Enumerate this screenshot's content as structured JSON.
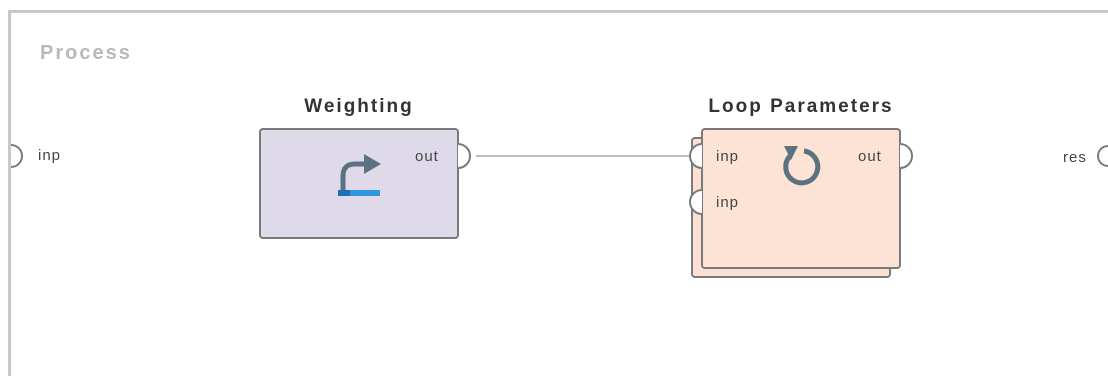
{
  "process": {
    "title": "Process",
    "input_port_label": "inp",
    "result_port_label": "res"
  },
  "weighting": {
    "title": "Weighting",
    "output_port_label": "out",
    "icon": "redo-arrow-icon",
    "color": "#dedae9"
  },
  "loop_parameters": {
    "title": "Loop Parameters",
    "input_port_1_label": "inp",
    "input_port_2_label": "inp",
    "output_port_label": "out",
    "icon": "loop-icon",
    "color": "#fde3d5"
  },
  "colors": {
    "frame": "#c8c8c8",
    "connection": "#bdbdbd",
    "icon_accent": "#2f97e0",
    "icon_gray": "#5d7280"
  }
}
